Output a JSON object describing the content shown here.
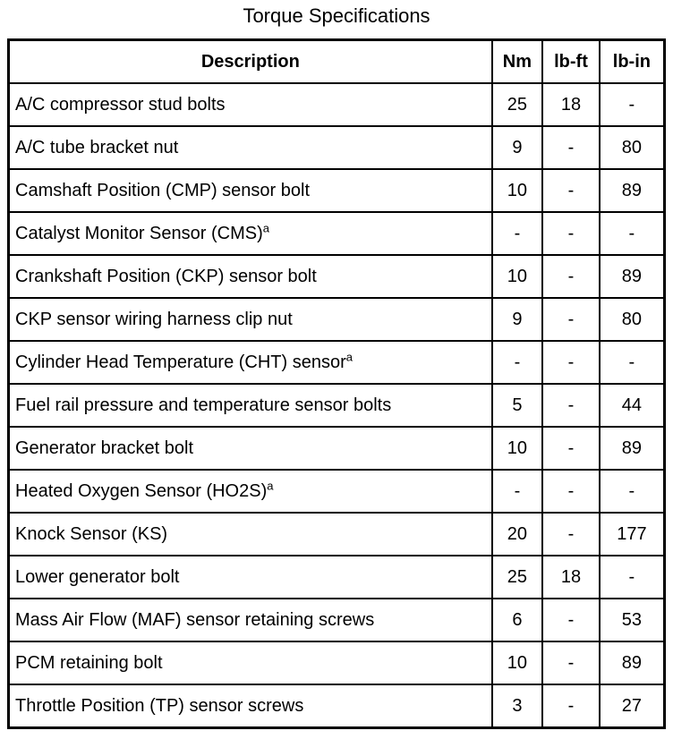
{
  "page": {
    "background": "#ffffff",
    "text_color": "#000000",
    "border_color": "#000000"
  },
  "title": "Torque Specifications",
  "table": {
    "headers": {
      "description": "Description",
      "nm": "Nm",
      "lbft": "lb-ft",
      "lbin": "lb-in"
    },
    "rows": [
      {
        "description": "A/C compressor stud bolts",
        "footnote": "",
        "nm": "25",
        "lbft": "18",
        "lbin": "-"
      },
      {
        "description": "A/C tube bracket nut",
        "footnote": "",
        "nm": "9",
        "lbft": "-",
        "lbin": "80"
      },
      {
        "description": "Camshaft Position (CMP) sensor bolt",
        "footnote": "",
        "nm": "10",
        "lbft": "-",
        "lbin": "89"
      },
      {
        "description": "Catalyst Monitor Sensor (CMS)",
        "footnote": "a",
        "nm": "-",
        "lbft": "-",
        "lbin": "-"
      },
      {
        "description": "Crankshaft Position (CKP) sensor bolt",
        "footnote": "",
        "nm": "10",
        "lbft": "-",
        "lbin": "89"
      },
      {
        "description": "CKP sensor wiring harness clip nut",
        "footnote": "",
        "nm": "9",
        "lbft": "-",
        "lbin": "80"
      },
      {
        "description": "Cylinder Head Temperature (CHT) sensor",
        "footnote": "a",
        "nm": "-",
        "lbft": "-",
        "lbin": "-"
      },
      {
        "description": "Fuel rail pressure and temperature sensor bolts",
        "footnote": "",
        "nm": "5",
        "lbft": "-",
        "lbin": "44"
      },
      {
        "description": "Generator bracket bolt",
        "footnote": "",
        "nm": "10",
        "lbft": "-",
        "lbin": "89"
      },
      {
        "description": "Heated Oxygen Sensor (HO2S)",
        "footnote": "a",
        "nm": "-",
        "lbft": "-",
        "lbin": "-"
      },
      {
        "description": "Knock Sensor (KS)",
        "footnote": "",
        "nm": "20",
        "lbft": "-",
        "lbin": "177"
      },
      {
        "description": "Lower generator bolt",
        "footnote": "",
        "nm": "25",
        "lbft": "18",
        "lbin": "-"
      },
      {
        "description": "Mass Air Flow (MAF) sensor retaining screws",
        "footnote": "",
        "nm": "6",
        "lbft": "-",
        "lbin": "53"
      },
      {
        "description": "PCM retaining bolt",
        "footnote": "",
        "nm": "10",
        "lbft": "-",
        "lbin": "89"
      },
      {
        "description": "Throttle Position (TP) sensor screws",
        "footnote": "",
        "nm": "3",
        "lbft": "-",
        "lbin": "27"
      }
    ]
  }
}
